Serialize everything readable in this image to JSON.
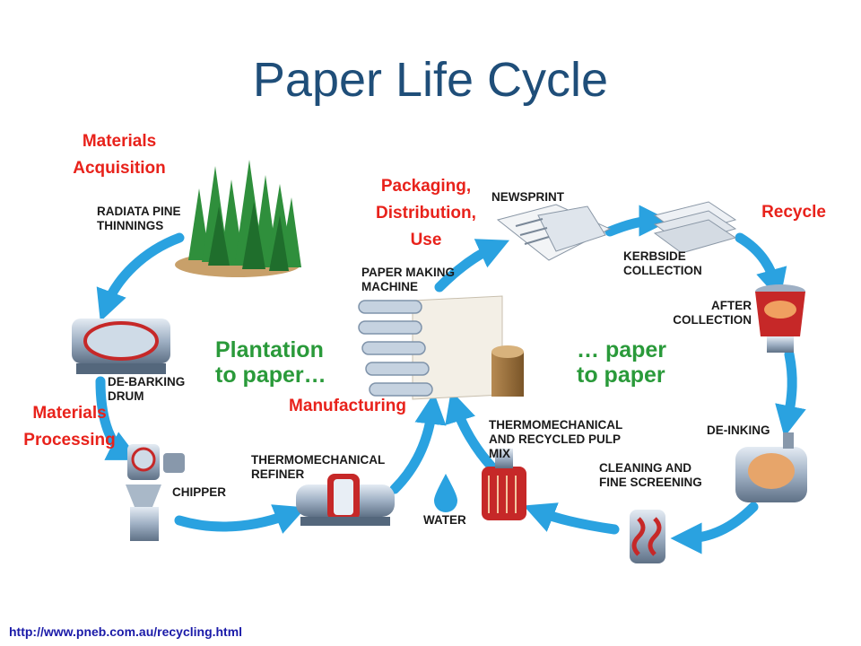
{
  "title": "Paper Life Cycle",
  "stages": {
    "materials_acquisition": [
      "Materials",
      "Acquisition"
    ],
    "packaging": [
      "Packaging,",
      "Distribution,",
      "Use"
    ],
    "recycle": "Recycle",
    "materials_processing": [
      "Materials",
      "Processing"
    ],
    "manufacturing": "Manufacturing"
  },
  "labels": {
    "radiata": [
      "RADIATA PINE",
      "THINNINGS"
    ],
    "debarking": [
      "DE-BARKING",
      "DRUM"
    ],
    "chipper": "CHIPPER",
    "refiner": [
      "THERMOMECHANICAL",
      "REFINER"
    ],
    "water": "WATER",
    "paper_machine": [
      "PAPER MAKING",
      "MACHINE"
    ],
    "newsprint": "NEWSPRINT",
    "kerbside": [
      "KERBSIDE",
      "COLLECTION"
    ],
    "after": [
      "AFTER",
      "COLLECTION"
    ],
    "deinking": "DE-INKING",
    "cleaning": [
      "CLEANING AND",
      "FINE SCREENING"
    ],
    "pulp_mix": [
      "THERMOMECHANICAL",
      "AND RECYCLED PULP",
      "MIX"
    ]
  },
  "center_text": {
    "left": [
      "Plantation",
      "to paper…"
    ],
    "right": [
      "… paper",
      "to paper"
    ]
  },
  "source_url": "http://www.pneb.com.au/recycling.html",
  "colors": {
    "title": "#1f4e79",
    "stage_label": "#e8221b",
    "arrow": "#2aa2e0",
    "center_text": "#2a9a3a",
    "url": "#1a1aa8"
  }
}
